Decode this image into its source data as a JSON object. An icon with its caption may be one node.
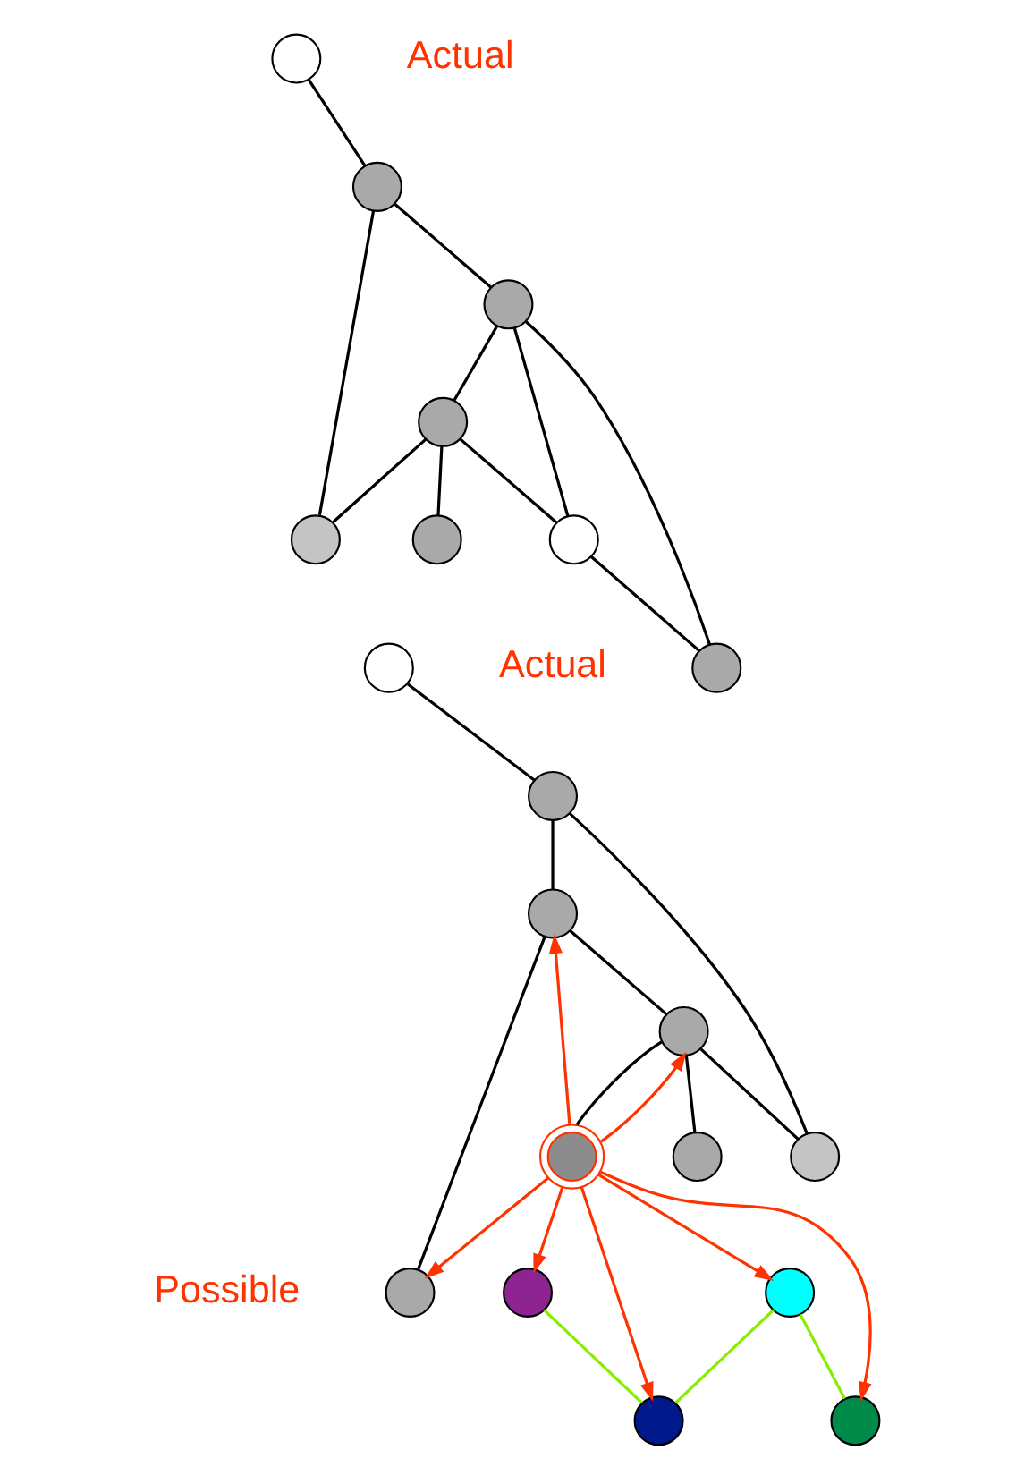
{
  "diagram": {
    "nodes": [
      {
        "text": [],
        "shape": "circle"
      },
      {
        "text": [],
        "shape": "circle"
      },
      {
        "text": [],
        "shape": "circle"
      },
      {
        "text": [],
        "shape": "circle"
      },
      {
        "text": [],
        "shape": "circle"
      },
      {
        "text": [],
        "shape": "circle"
      },
      {
        "text": [],
        "shape": "circle"
      },
      {
        "text": [],
        "shape": "circle"
      },
      {
        "text": [],
        "shape": "circle"
      },
      {
        "text": [],
        "shape": "circle"
      },
      {
        "text": [],
        "shape": "circle"
      },
      {
        "text": [],
        "shape": "circle"
      },
      {
        "text": [],
        "shape": "circle"
      },
      {
        "text": [],
        "shape": "circle"
      },
      {
        "text": [],
        "shape": "circle"
      },
      {
        "text": [],
        "shape": "circle"
      },
      {
        "text": [],
        "shape": "circle"
      },
      {
        "text": [],
        "shape": "circle"
      },
      {
        "text": [],
        "shape": "circle"
      },
      {
        "text": [],
        "shape": "circle"
      }
    ],
    "edges": [
      {
        "from": 0,
        "to": 1,
        "arrow": "none"
      },
      {
        "from": 1,
        "to": 4,
        "arrow": "none"
      },
      {
        "from": 1,
        "to": 2,
        "arrow": "none"
      },
      {
        "from": 2,
        "to": 3,
        "arrow": "none"
      },
      {
        "from": 3,
        "to": 4,
        "arrow": "none"
      },
      {
        "from": 3,
        "to": 5,
        "arrow": "none"
      },
      {
        "from": 2,
        "to": 5,
        "arrow": "none"
      },
      {
        "from": 2,
        "to": 6,
        "arrow": "none"
      },
      {
        "from": 5,
        "to": 6,
        "arrow": "none"
      },
      {
        "from": 3,
        "to": 7,
        "arrow": "none"
      },
      {
        "from": 8,
        "to": 9,
        "arrow": "none"
      },
      {
        "from": 9,
        "to": 15,
        "arrow": "none"
      },
      {
        "from": 9,
        "to": 10,
        "arrow": "none"
      },
      {
        "from": 10,
        "to": 12,
        "arrow": "none"
      },
      {
        "from": 12,
        "to": 15,
        "arrow": "none"
      },
      {
        "from": 12,
        "to": 13,
        "arrow": "none"
      },
      {
        "from": 10,
        "to": 17,
        "arrow": "none"
      },
      {
        "from": 12,
        "to": 18,
        "arrow": "none"
      },
      {
        "from": 13,
        "to": 10,
        "arrow": "to",
        "color": "#ff3300"
      },
      {
        "from": 13,
        "to": 12,
        "arrow": "to",
        "color": "#ff3300"
      },
      {
        "from": 13,
        "to": 17,
        "arrow": "to",
        "color": "#ff3300"
      },
      {
        "from": 13,
        "to": 11,
        "arrow": "to",
        "color": "#ff3300"
      },
      {
        "from": 13,
        "to": 14,
        "arrow": "to",
        "color": "#ff3300"
      },
      {
        "from": 13,
        "to": 16,
        "arrow": "to",
        "color": "#ff3300"
      },
      {
        "from": 13,
        "to": 19,
        "arrow": "to",
        "color": "#ff3300"
      },
      {
        "from": 11,
        "to": 16,
        "arrow": "none",
        "color": "#88ee00"
      },
      {
        "from": 14,
        "to": 16,
        "arrow": "none",
        "color": "#88ee00"
      },
      {
        "from": 14,
        "to": 19,
        "arrow": "none",
        "color": "#88ee00"
      }
    ],
    "labels": [
      "Actual",
      "Actual",
      "Possible"
    ]
  }
}
